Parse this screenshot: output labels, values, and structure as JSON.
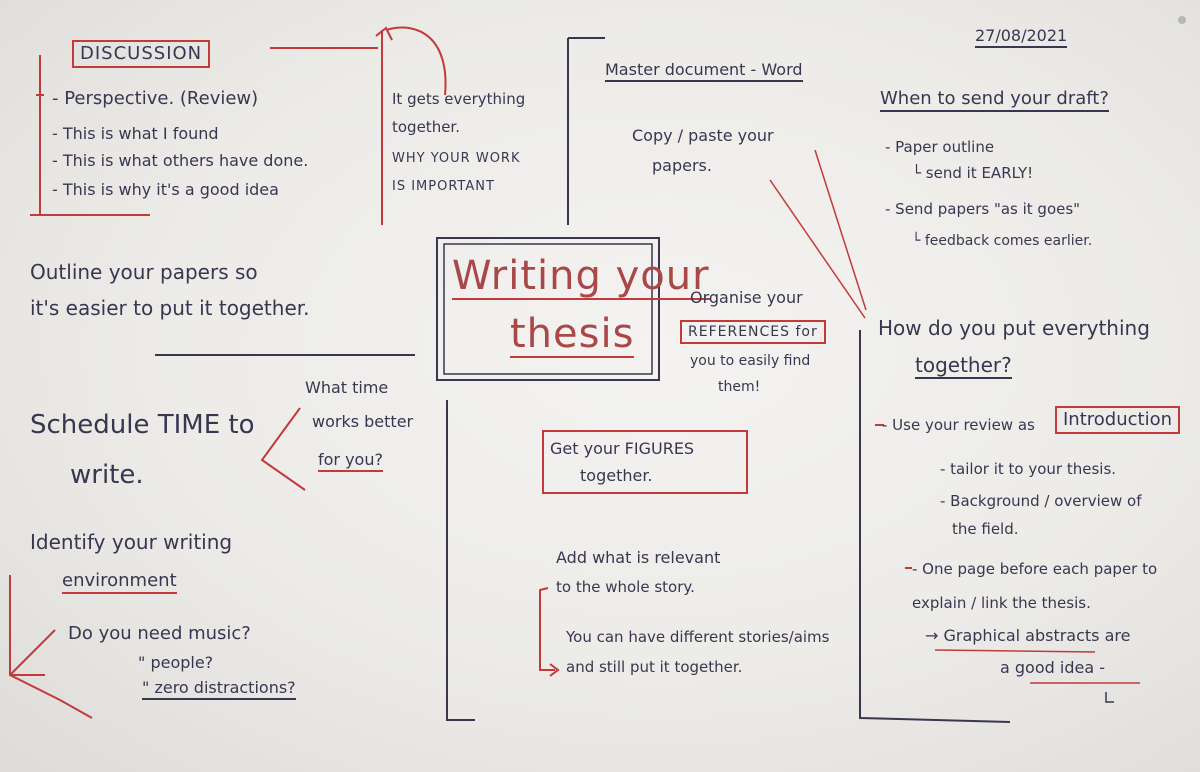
{
  "date": "27/08/2021",
  "discussion": {
    "heading": "DISCUSSION",
    "items": [
      "- Perspective. (Review)",
      "- This is what I found",
      "- This is what others have done.",
      "- This is why it's a good idea"
    ]
  },
  "gets_together": {
    "lines": [
      "It gets everything",
      "together.",
      "WHY YOUR WORK",
      "IS IMPORTANT"
    ]
  },
  "master_doc": {
    "heading": "Master document - Word",
    "lines": [
      "Copy / paste your",
      "papers."
    ]
  },
  "send_draft": {
    "heading": "When to send your draft?",
    "lines": [
      "- Paper outline",
      "└ send it EARLY!",
      "- Send papers \"as it goes\"",
      "└ feedback comes earlier."
    ]
  },
  "outline": {
    "lines": [
      "Outline your papers so",
      "it's easier to put it together."
    ]
  },
  "center_title": {
    "line1": "Writing your",
    "line2": "thesis"
  },
  "references": {
    "lines": [
      "Organise your",
      "REFERENCES for",
      "you to easily find",
      "them!"
    ]
  },
  "put_together": {
    "heading_line1": "How do you put everything",
    "heading_line2": "together?",
    "review_line": "- Use your review as",
    "introduction": "Introduction",
    "sub_lines": [
      "- tailor it to your thesis.",
      "- Background / overview of",
      "the field."
    ],
    "page_lines": [
      "- One page before each paper to",
      "explain / link the thesis."
    ],
    "graphical_lines": [
      "→ Graphical abstracts are",
      "a good idea -"
    ]
  },
  "schedule": {
    "lines": [
      "Schedule TIME to",
      "write."
    ],
    "question_lines": [
      "What time",
      "works better",
      "for you?"
    ]
  },
  "figures": {
    "box_lines": [
      "Get your FIGURES",
      "together."
    ],
    "lines": [
      "Add what is relevant",
      "to the whole story.",
      "You can have different stories/aims",
      "and still put it together."
    ]
  },
  "environment": {
    "lines": [
      "Identify your writing",
      "environment"
    ],
    "question_lines": [
      "Do you need music?",
      "\"          people?",
      "\"          zero distractions?"
    ]
  }
}
